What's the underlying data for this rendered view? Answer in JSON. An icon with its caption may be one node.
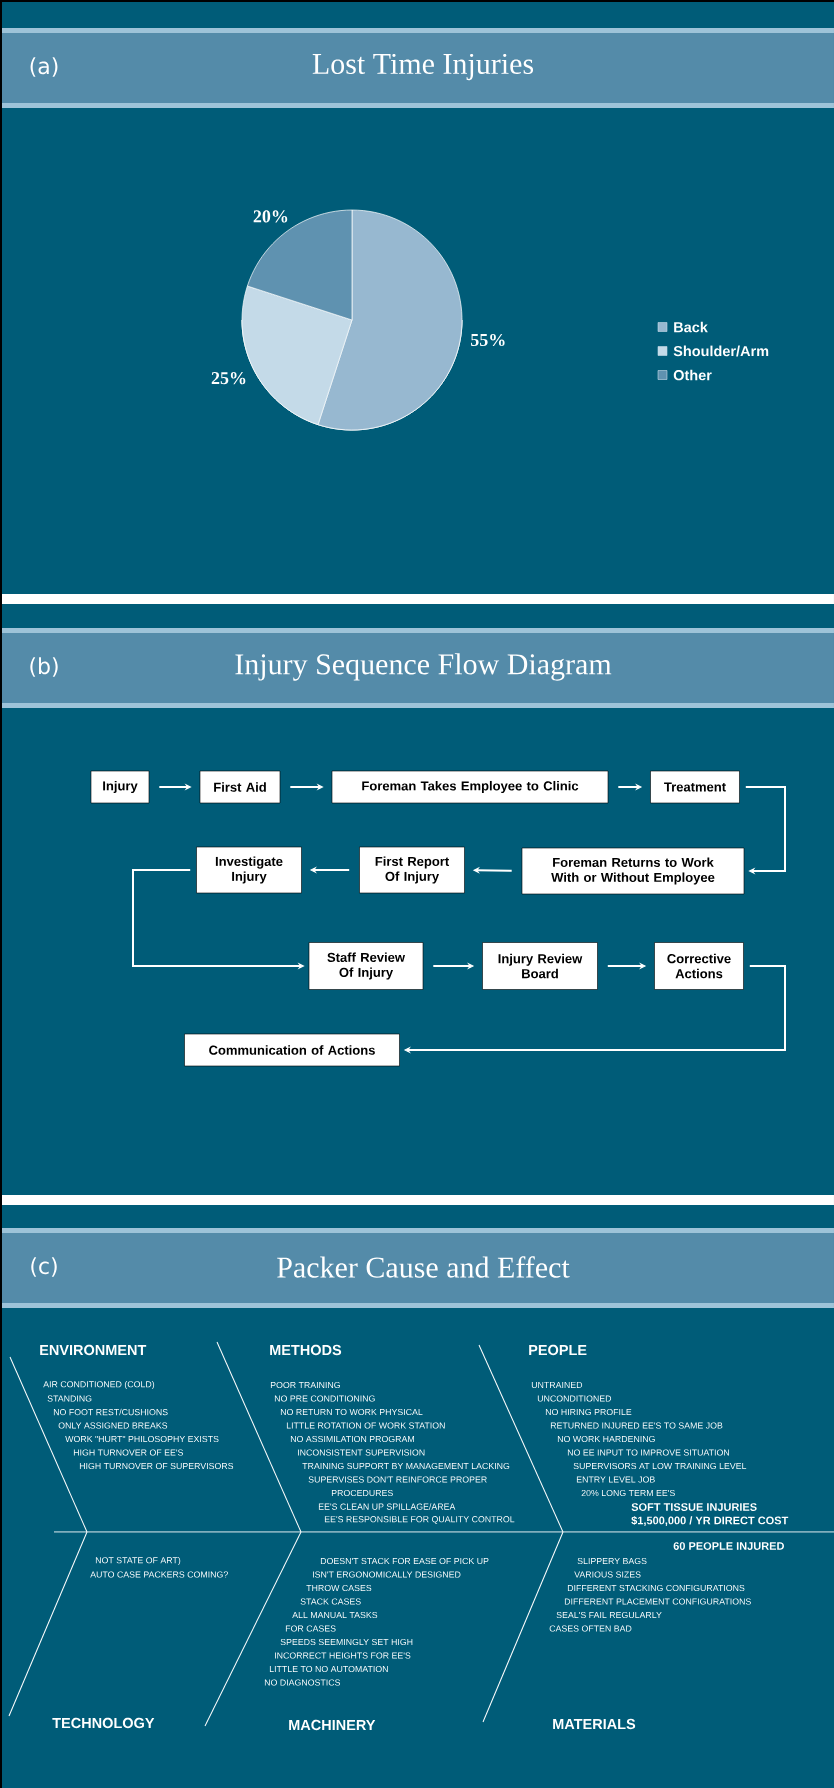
{
  "diagram": {
    "nodes": [
      {
        "text": [
          "Injury"
        ]
      },
      {
        "text": [
          "First Aid"
        ]
      },
      {
        "text": [
          "Foreman Takes Employee to Clinic"
        ]
      },
      {
        "text": [
          "Treatment"
        ]
      },
      {
        "text": [
          "Foreman Returns to Work With or Without Employee"
        ]
      },
      {
        "text": [
          "First Report Of Injury"
        ]
      },
      {
        "text": [
          "Investigate Injury"
        ]
      },
      {
        "text": [
          "Staff Review Of Injury"
        ]
      },
      {
        "text": [
          "Injury Review Board"
        ]
      },
      {
        "text": [
          "Corrective Actions"
        ]
      },
      {
        "text": [
          "Communication of Actions"
        ]
      }
    ],
    "edges": [
      {
        "from": 0,
        "to": 1,
        "arrow": "to"
      },
      {
        "from": 1,
        "to": 2,
        "arrow": "to"
      },
      {
        "from": 2,
        "to": 3,
        "arrow": "to"
      },
      {
        "from": 3,
        "to": 4,
        "arrow": "to"
      },
      {
        "from": 4,
        "to": 5,
        "arrow": "to"
      },
      {
        "from": 5,
        "to": 6,
        "arrow": "to"
      },
      {
        "from": 6,
        "to": 7,
        "arrow": "to"
      },
      {
        "from": 7,
        "to": 8,
        "arrow": "to"
      },
      {
        "from": 8,
        "to": 9,
        "arrow": "to"
      },
      {
        "from": 9,
        "to": 10,
        "arrow": "to"
      }
    ],
    "labels": [
      "(a)",
      "Lost Time Injuries",
      "(b)",
      "Injury Sequence Flow Diagram",
      "(c)",
      "Packer Cause and Effect",
      "ENVIRONMENT",
      "AIR CONDITIONED (COLD)",
      "STANDING",
      "NO FOOT REST/CUSHIONS",
      "ONLY ASSIGNED BREAKS",
      "WORK \"HURT\" PHILOSOPHY EXISTS",
      "HIGH TURNOVER OF EE'S",
      "HIGH TURNOVER OF SUPERVISORS",
      "METHODS",
      "POOR TRAINING",
      "NO PRE CONDITIONING",
      "NO RETURN TO WORK PHYSICAL",
      "LITTLE ROTATION OF WORK STATION",
      "NO ASSIMILATION PROGRAM",
      "INCONSISTENT SUPERVISION",
      "TRAINING SUPPORT BY MANAGEMENT LACKING",
      "SUPERVISES DON'T REINFORCE PROPER",
      "PROCEDURES",
      "EE'S CLEAN UP SPILLAGE/AREA",
      "EE'S RESPONSIBLE FOR QUALITY CONTROL",
      "PEOPLE",
      "UNTRAINED",
      "UNCONDITIONED",
      "NO HIRING PROFILE",
      "RETURNED INJURED EE'S TO SAME JOB",
      "NO WORK HARDENING",
      "NO EE INPUT TO IMPROVE SITUATION",
      "SUPERVISORS AT LOW TRAINING LEVEL",
      "ENTRY LEVEL JOB",
      "20% LONG TERM EE'S",
      "SOFT TISSUE INJURIES",
      "$1,500,000 / YR DIRECT COST",
      "60 PEOPLE INJURED",
      "NOT STATE OF ART)",
      "AUTO CASE PACKERS COMING?",
      "DOESN'T STACK FOR EASE OF PICK UP",
      "ISN'T ERGONOMICALLY DESIGNED",
      "THROW CASES",
      "STACK CASES",
      "ALL MANUAL TASKS",
      "FOR CASES",
      "SPEEDS SEEMINGLY SET HIGH",
      "INCORRECT HEIGHTS FOR EE'S",
      "LITTLE TO NO AUTOMATION",
      "NO DIAGNOSTICS",
      "SLIPPERY BAGS",
      "VARIOUS SIZES",
      "DIFFERENT STACKING CONFIGURATIONS",
      "DIFFERENT PLACEMENT CONFIGURATIONS",
      "SEAL'S FAIL REGULARLY",
      "CASES OFTEN BAD",
      "TECHNOLOGY",
      "MACHINERY",
      "MATERIALS"
    ],
    "chart_data": {
      "type": "pie",
      "categories": [
        "Back",
        "Shoulder/Arm",
        "Other"
      ],
      "values": [
        55,
        25,
        20
      ],
      "value_labels": [
        "55%",
        "25%",
        "20%"
      ],
      "legend": "right"
    }
  }
}
